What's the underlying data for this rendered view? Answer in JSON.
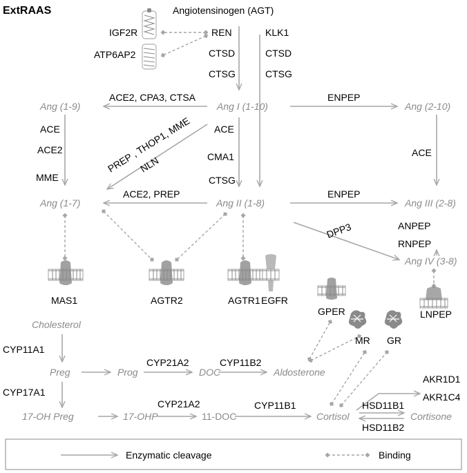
{
  "title": "ExtRAAS",
  "metabolites": {
    "agt": "Angiotensinogen (AGT)",
    "ang_1_10": "Ang I (1-10)",
    "ang_1_9": "Ang (1-9)",
    "ang_2_10": "Ang (2-10)",
    "ang_1_7": "Ang (1-7)",
    "ang_1_8": "Ang II (1-8)",
    "ang_2_8": "Ang III (2-8)",
    "ang_3_8": "Ang IV (3-8)",
    "cholesterol": "Cholesterol",
    "preg": "Preg",
    "prog": "Prog",
    "doc": "DOC",
    "aldosterone": "Aldosterone",
    "oh_preg": "17-OH Preg",
    "oh_p": "17-OHP",
    "deoxycortisol": "11-DOC",
    "cortisol": "Cortisol",
    "cortisone": "Cortisone"
  },
  "enzymes": {
    "ren": "REN",
    "ctsd1": "CTSD",
    "ctsg1": "CTSG",
    "klk1": "KLK1",
    "ctsd2": "CTSD",
    "ctsg2": "CTSG",
    "ace2_cpa3_ctsa": "ACE2, CPA3, CTSA",
    "enpep1": "ENPEP",
    "ace_a": "ACE",
    "ace2_a": "ACE2",
    "mme": "MME",
    "prep_thop1_mme": "PREP , THOP1, MME",
    "nln": "NLN",
    "ace_b": "ACE",
    "cma1": "CMA1",
    "ctsg3": "CTSG",
    "ace_c": "ACE",
    "ace2_prep": "ACE2, PREP",
    "enpep2": "ENPEP",
    "dpp3": "DPP3",
    "anpep": "ANPEP",
    "rnpep": "RNPEP",
    "cyp11a1": "CYP11A1",
    "cyp17a1": "CYP17A1",
    "cyp21a2_a": "CYP21A2",
    "cyp11b2": "CYP11B2",
    "cyp21a2_b": "CYP21A2",
    "cyp11b1": "CYP11B1",
    "akr1d1": "AKR1D1",
    "akr1c4": "AKR1C4",
    "hsd11b1": "HSD11B1",
    "hsd11b2": "HSD11B2"
  },
  "receptors": {
    "igf2r": "IGF2R",
    "atp6ap2": "ATP6AP2",
    "mas1": "MAS1",
    "agtr2": "AGTR2",
    "agtr1": "AGTR1",
    "egfr": "EGFR",
    "gper": "GPER",
    "mr": "MR",
    "gr": "GR",
    "lnpep": "LNPEP"
  },
  "legend": {
    "cleavage": "Enzymatic cleavage",
    "binding": "Binding"
  },
  "colors": {
    "arrow": "#a6a6a6",
    "metabolite_text": "#8a8a8a",
    "enzyme_text": "#000000"
  }
}
